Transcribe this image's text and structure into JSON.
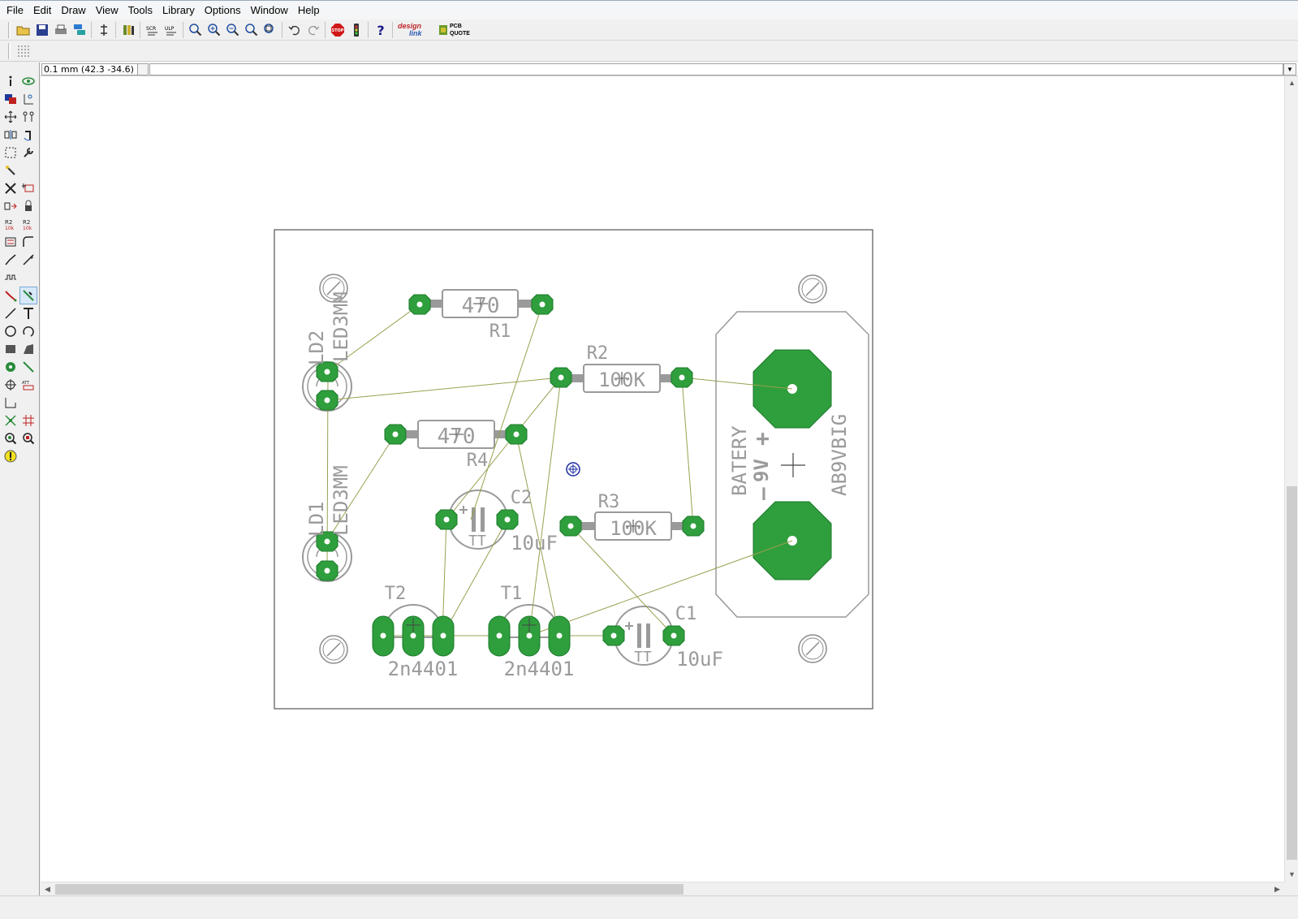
{
  "menu": [
    "File",
    "Edit",
    "Draw",
    "View",
    "Tools",
    "Library",
    "Options",
    "Window",
    "Help"
  ],
  "toolbar": {
    "stop_label": "STOP",
    "design_link_top": "design",
    "design_link_bottom": "link",
    "pcb_quote_top": "PCB",
    "pcb_quote_bottom": "QUOTE",
    "scr_label": "SCR",
    "ulp_label": "ULP"
  },
  "coordinate_display": "0.1 mm (42.3 -34.6)",
  "command_input": "",
  "board": {
    "components": {
      "r1": {
        "name": "R1",
        "value": "470"
      },
      "r2": {
        "name": "R2",
        "value": "100K"
      },
      "r3": {
        "name": "R3",
        "value": "100K"
      },
      "r4": {
        "name": "R4",
        "value": "470"
      },
      "c1": {
        "name": "C1",
        "value": "10uF",
        "mark": "TT"
      },
      "c2": {
        "name": "C2",
        "value": "10uF",
        "mark": "TT"
      },
      "t1": {
        "name": "T1",
        "value": "2n4401"
      },
      "t2": {
        "name": "T2",
        "value": "2n4401"
      },
      "ld1": {
        "name": "LD1",
        "value": "LED3MM"
      },
      "ld2": {
        "name": "LD2",
        "value": "LED3MM"
      },
      "battery": {
        "name": "BATERY",
        "value": "AB9VBIG",
        "voltage": "9V",
        "plus": "+",
        "minus": "—"
      }
    }
  },
  "colors": {
    "pad": "#2f9e3c",
    "silkscreen": "#9a9a9a",
    "airwire": "#9aa050",
    "board_outline": "#555555"
  }
}
